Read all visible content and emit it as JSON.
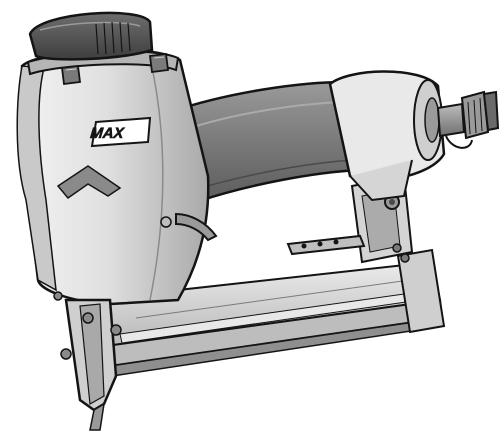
{
  "product": {
    "brand_logo_text": "MAX",
    "brand_logo_fill": "#ffffff",
    "brand_logo_outline": "#111111"
  },
  "colors": {
    "background": "#ffffff",
    "body_light": "#d9d9d9",
    "body_mid": "#b5b5b5",
    "body_shadow": "#8e8e8e",
    "grip": "#7d7d7d",
    "grip_dark": "#5e5e5e",
    "outline": "#141414"
  },
  "icons": {
    "tool": "air-stapler-illustration",
    "fitting": "air-inlet-fitting",
    "trigger": "trigger-lever"
  }
}
